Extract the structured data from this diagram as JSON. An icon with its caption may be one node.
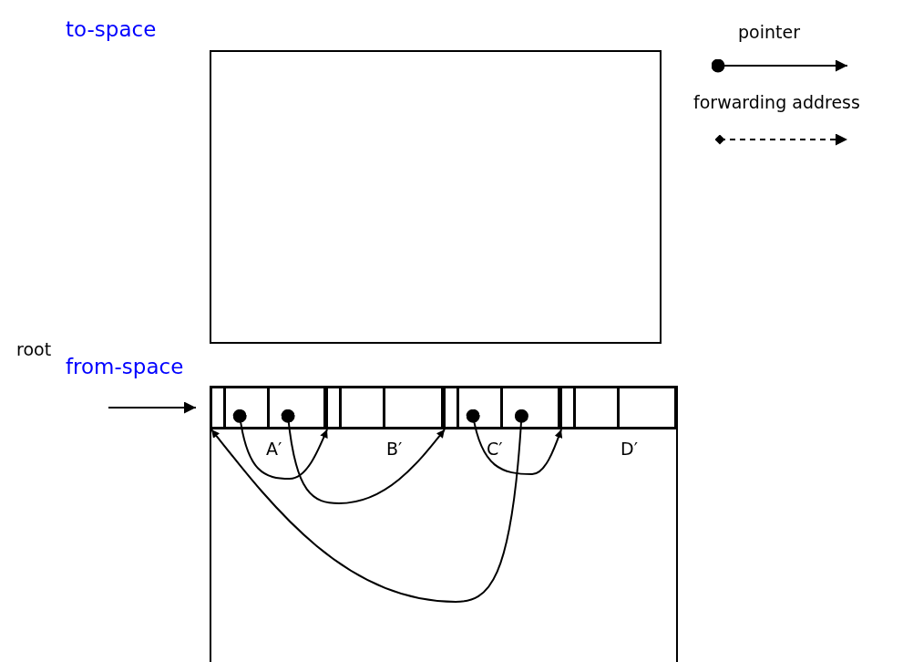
{
  "diagram": {
    "nodes": [
      {
        "text": [
          "to-space"
        ]
      },
      {
        "text": [
          "from-space"
        ]
      },
      {
        "text": [],
        "shape": "box",
        "in": 1,
        "beside": [
          "A′"
        ]
      },
      {
        "text": [],
        "shape": "box",
        "in": 2
      },
      {
        "text": [],
        "shape": "box",
        "in": 2
      },
      {
        "text": [],
        "shape": "box",
        "in": 2
      },
      {
        "text": [],
        "shape": "box",
        "in": 1,
        "beside": [
          "B′"
        ]
      },
      {
        "text": [],
        "shape": "box",
        "in": 6
      },
      {
        "text": [],
        "shape": "box",
        "in": 6
      },
      {
        "text": [],
        "shape": "box",
        "in": 6
      },
      {
        "text": [],
        "shape": "box",
        "in": 1,
        "beside": [
          "C′"
        ]
      },
      {
        "text": [],
        "shape": "box",
        "in": 10
      },
      {
        "text": [],
        "shape": "box",
        "in": 10
      },
      {
        "text": [],
        "shape": "box",
        "in": 10
      },
      {
        "text": [],
        "shape": "box",
        "in": 1,
        "beside": [
          "D′"
        ]
      },
      {
        "text": [],
        "shape": "box",
        "in": 14
      },
      {
        "text": [],
        "shape": "box",
        "in": 14
      },
      {
        "text": [],
        "shape": "box",
        "in": 14
      }
    ],
    "edges": [
      {
        "from": null,
        "to": 3,
        "arrow": "to",
        "label": "root"
      },
      {
        "from": 4,
        "to": 7,
        "arrow": "to"
      },
      {
        "from": 5,
        "to": 11,
        "arrow": "to"
      },
      {
        "from": 12,
        "to": 15,
        "arrow": "to"
      },
      {
        "from": 13,
        "to": 3,
        "arrow": "to"
      }
    ],
    "legend": [
      {
        "text": "pointer"
      },
      {
        "text": "forwarding address"
      }
    ]
  }
}
